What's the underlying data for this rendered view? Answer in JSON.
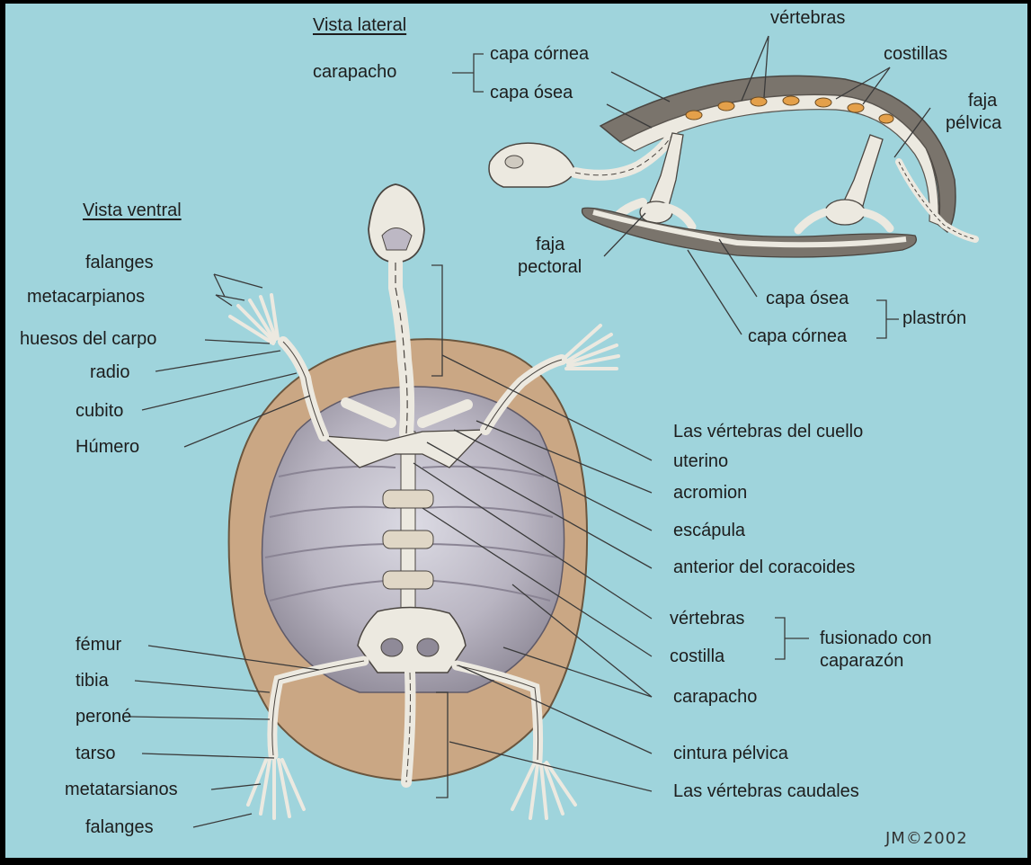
{
  "lateral": {
    "heading": "Vista lateral",
    "carapacho": "carapacho",
    "capa_cornea": "capa córnea",
    "capa_osea": "capa ósea",
    "vertebras": "vértebras",
    "costillas": "costillas",
    "faja_pelvica_1": "faja",
    "faja_pelvica_2": "pélvica",
    "faja_pectoral_1": "faja",
    "faja_pectoral_2": "pectoral",
    "plastron_osea": "capa ósea",
    "plastron_cornea": "capa córnea",
    "plastron": "plastrón"
  },
  "ventral": {
    "heading": "Vista ventral",
    "left": {
      "falanges": "falanges",
      "metacarpianos": "metacarpianos",
      "carpo": "huesos del carpo",
      "radio": "radio",
      "cubito": "cubito",
      "humero": "Húmero",
      "femur": "fémur",
      "tibia": "tibia",
      "perone": "peroné",
      "tarso": "tarso",
      "metatarsianos": "metatarsianos",
      "falanges2": "falanges"
    },
    "right": {
      "cuello_1": "Las vértebras del cuello",
      "cuello_2": "uterino",
      "acromion": "acromion",
      "escapula": "escápula",
      "coracoides": "anterior del coracoides",
      "vertebras": "vértebras",
      "costilla": "costilla",
      "fusionado_1": "fusionado con",
      "fusionado_2": "caparazón",
      "carapacho": "carapacho",
      "cintura": "cintura pélvica",
      "caudales": "Las vértebras caudales"
    }
  },
  "signature": "JM©2002"
}
